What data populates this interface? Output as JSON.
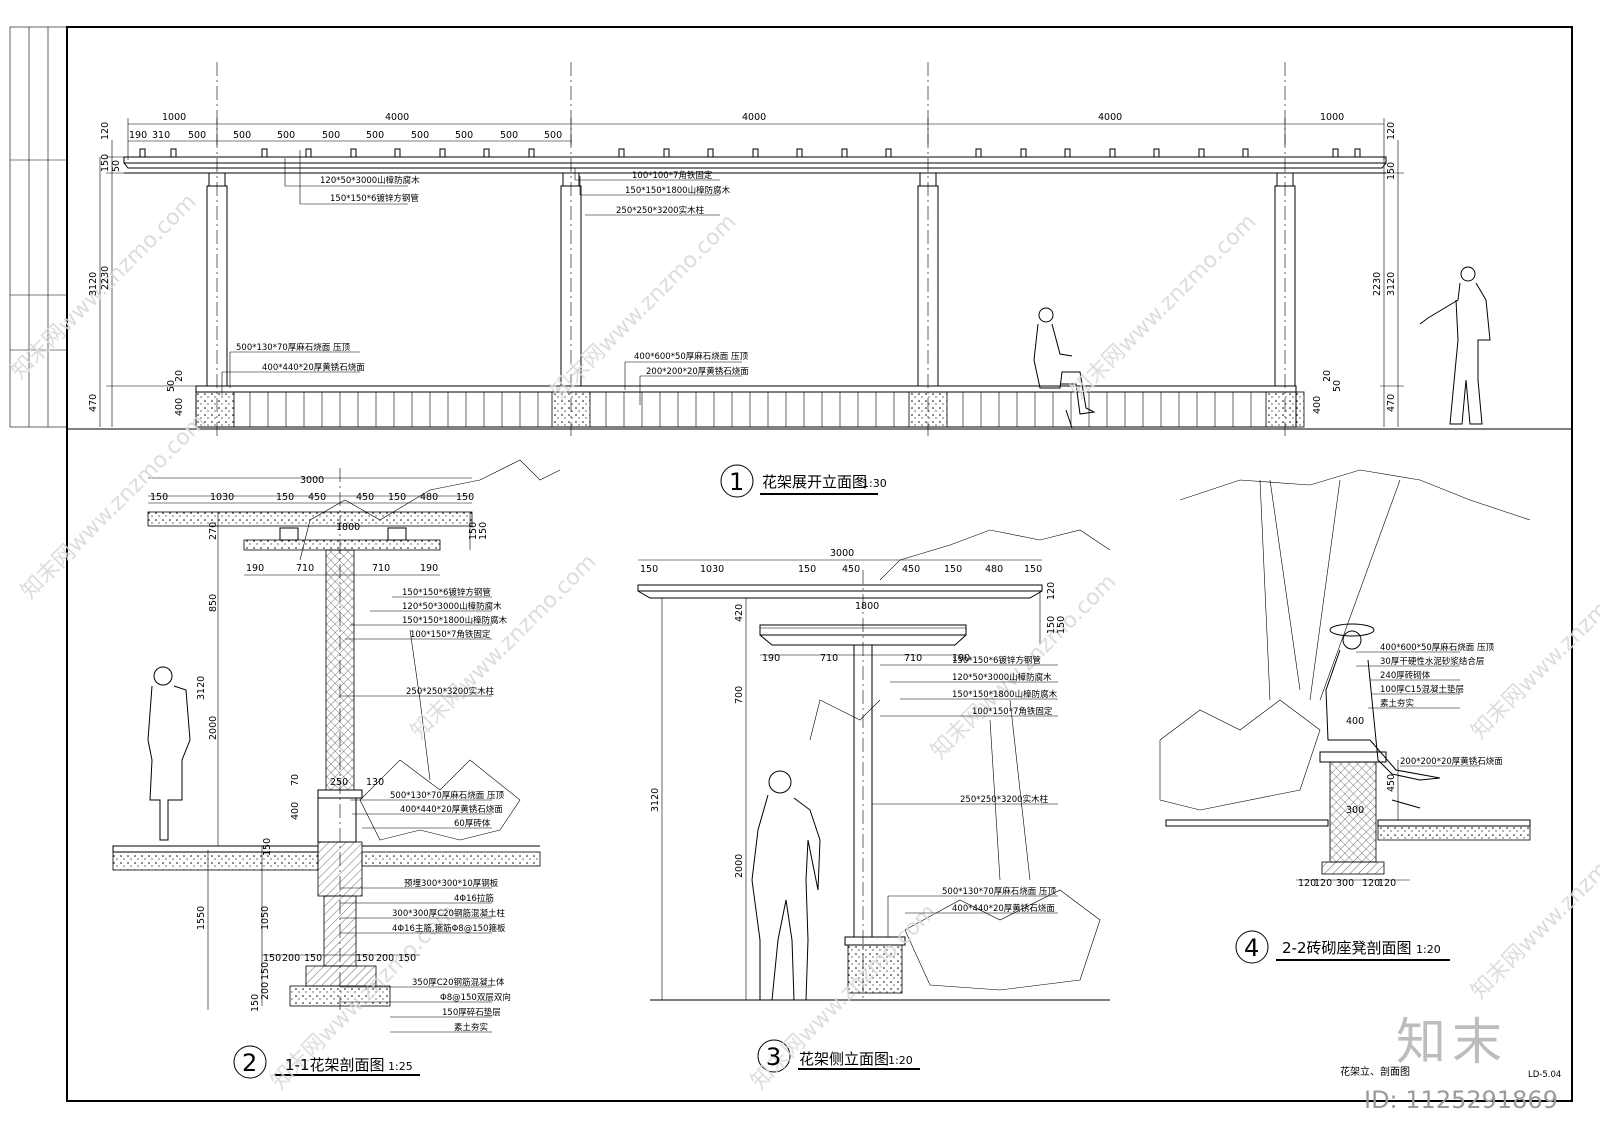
{
  "elevation": {
    "top_dims": [
      "1000",
      "4000",
      "4000",
      "4000",
      "1000"
    ],
    "sub_dims": [
      "190",
      "310",
      "500",
      "500",
      "500",
      "500",
      "500",
      "500",
      "500",
      "500",
      "500"
    ],
    "left_v_dims": [
      "120",
      "150",
      "50",
      "2230",
      "3120",
      "470",
      "50",
      "20",
      "400"
    ],
    "right_v_dims": [
      "120",
      "150",
      "2230",
      "3120",
      "470",
      "50",
      "20",
      "400"
    ],
    "notes": [
      "120*50*3000山樟防腐木",
      "150*150*6镀锌方钢管",
      "100*100*7角铁固定",
      "150*150*1800山樟防腐木",
      "250*250*3200实木柱",
      "500*130*70厚麻石烧面 压顶",
      "400*440*20厚黄锈石烧面",
      "400*600*50厚麻石烧面 压顶",
      "200*200*20厚黄锈石烧面"
    ],
    "title_num": "1",
    "title": "花架展开立面图",
    "scale": "1:30"
  },
  "section11": {
    "top_dims": [
      "3000",
      "150",
      "1030",
      "150",
      "450",
      "450",
      "150",
      "480",
      "150"
    ],
    "mid_dims": [
      "1800",
      "190",
      "710",
      "710",
      "190"
    ],
    "v_dims": [
      "270",
      "150",
      "150",
      "850",
      "3120",
      "2000",
      "70",
      "400",
      "150",
      "1050",
      "1550",
      "150",
      "200",
      "150"
    ],
    "small_dims": [
      "250",
      "130"
    ],
    "notes": [
      "150*150*6镀锌方钢管",
      "120*50*3000山樟防腐木",
      "150*150*1800山樟防腐木",
      "100*150*7角铁固定",
      "250*250*3200实木柱",
      "500*130*70厚麻石烧面 压顶",
      "400*440*20厚黄锈石烧面",
      "60厚砖体",
      "预埋300*300*10厚钢板",
      "4Φ16拉筋",
      "300*300厚C20钢筋混凝土柱",
      "4Φ16主筋,箍筋Φ8@150箍板",
      "350厚C20钢筋混凝土体",
      "Φ8@150双层双向",
      "150厚碎石垫层",
      "素土夯实"
    ],
    "base_dims": [
      "150",
      "200",
      "150",
      "150",
      "200",
      "150"
    ],
    "title_num": "2",
    "title": "1-1花架剖面图",
    "scale": "1:25"
  },
  "side_elev": {
    "top_dims": [
      "3000",
      "150",
      "1030",
      "150",
      "450",
      "450",
      "150",
      "480",
      "150"
    ],
    "mid_dims": [
      "1800",
      "190",
      "710",
      "710",
      "190"
    ],
    "v_dims": [
      "420",
      "700",
      "3120",
      "2000",
      "120",
      "150",
      "150"
    ],
    "notes": [
      "150*150*6镀锌方钢管",
      "120*50*3000山樟防腐木",
      "150*150*1800山樟防腐木",
      "100*150*7角铁固定",
      "250*250*3200实木柱",
      "500*130*70厚麻石烧面 压顶",
      "400*440*20厚黄锈石烧面"
    ],
    "title_num": "3",
    "title": "花架侧立面图",
    "scale": "1:20"
  },
  "section22": {
    "notes": [
      "400*600*50厚麻石烧面 压顶",
      "30厚干硬性水泥砂浆结合层",
      "240厚砖砌体",
      "100厚C15混凝土垫层",
      "素土夯实",
      "200*200*20厚黄锈石烧面"
    ],
    "dims": [
      "400",
      "450",
      "300",
      "120",
      "120",
      "300",
      "120",
      "120"
    ],
    "title_num": "4",
    "title": "2-2砖砌座凳剖面图",
    "scale": "1:20"
  },
  "sheet": {
    "name": "花架立、剖面图",
    "code": "LD-5.04",
    "brand": "知末",
    "id_text": "ID: 1125291869",
    "watermarks": [
      "知末网www.znzmo.com"
    ]
  }
}
